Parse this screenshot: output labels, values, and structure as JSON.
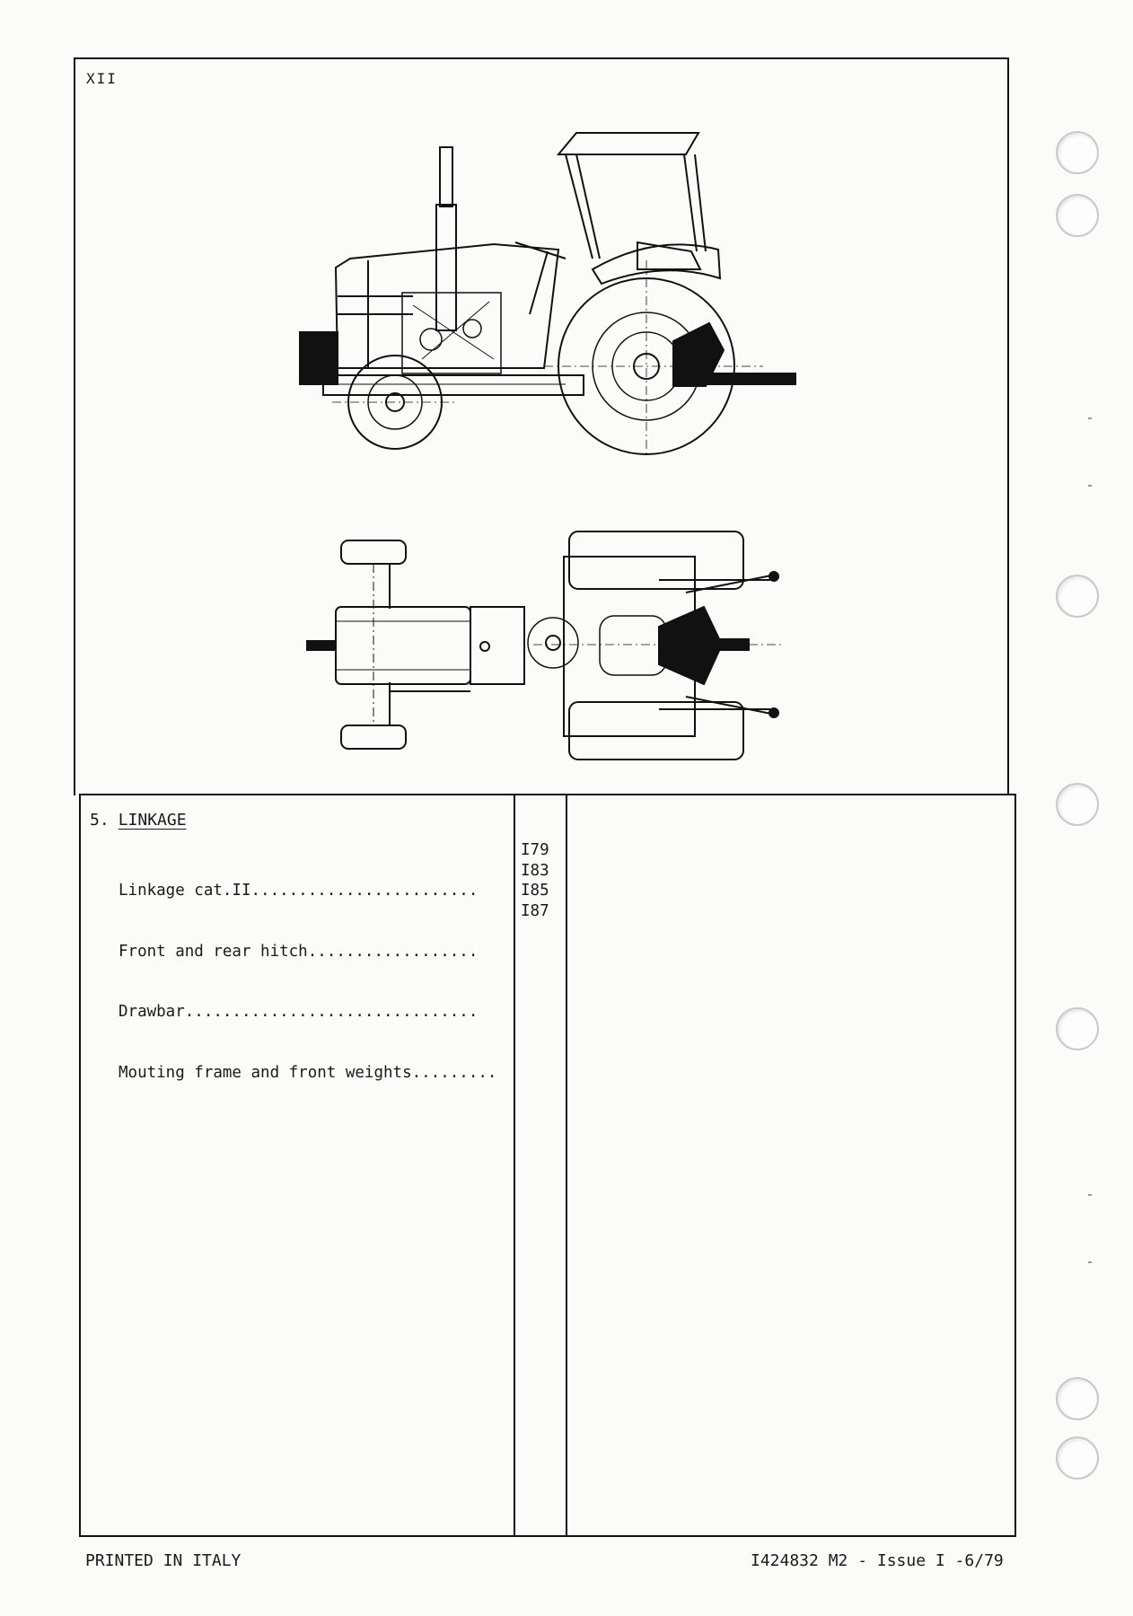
{
  "page_label": "XII",
  "section": {
    "number": "5.",
    "title": "LINKAGE"
  },
  "toc": [
    {
      "label": "Linkage cat.II........................",
      "page": "I79"
    },
    {
      "label": "Front and rear hitch..................",
      "page": "I83"
    },
    {
      "label": "Drawbar...............................",
      "page": "I85"
    },
    {
      "label": "Mouting frame and front weights.........",
      "page": "I87"
    }
  ],
  "footer": {
    "left": "PRINTED IN ITALY",
    "right": "I424832  M2 - Issue I -6/79"
  }
}
